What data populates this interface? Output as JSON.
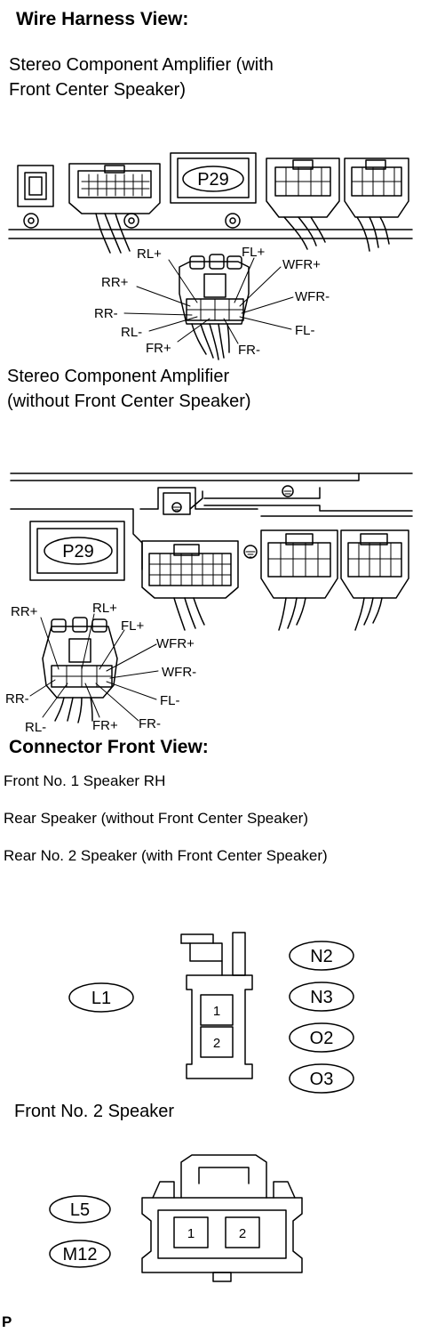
{
  "sections": {
    "harness_title": "Wire Harness View:",
    "amp_with_line1": "Stereo Component Amplifier (with",
    "amp_with_line2": "Front Center Speaker)",
    "amp_without_line1": "Stereo Component Amplifier",
    "amp_without_line2": "(without Front Center Speaker)",
    "front_view_title": "Connector Front View:",
    "front1_label": "Front No. 1 Speaker RH",
    "rear_label": "Rear Speaker (without Front Center Speaker)",
    "rear2_label": "Rear No. 2 Speaker (with Front Center Speaker)",
    "front2_label": "Front No. 2 Speaker",
    "footer_mark": "P"
  },
  "connector_ids": {
    "top_amp": "P29",
    "bottom_amp": "P29",
    "l1": "L1",
    "n2": "N2",
    "n3": "N3",
    "o2": "O2",
    "o3": "O3",
    "l5": "L5",
    "m12": "M12"
  },
  "pins_top": {
    "rl_plus": "RL+",
    "fl_plus": "FL+",
    "wfr_plus": "WFR+",
    "rr_plus": "RR+",
    "wfr_minus": "WFR-",
    "rr_minus": "RR-",
    "fl_minus": "FL-",
    "rl_minus": "RL-",
    "fr_plus": "FR+",
    "fr_minus": "FR-"
  },
  "pins_bottom": {
    "rr_plus": "RR+",
    "rl_plus": "RL+",
    "fl_plus": "FL+",
    "wfr_plus": "WFR+",
    "wfr_minus": "WFR-",
    "rr_minus": "RR-",
    "fl_minus": "FL-",
    "rl_minus": "RL-",
    "fr_plus": "FR+",
    "fr_minus": "FR-"
  },
  "pin_numbers": {
    "c1_pin1": "1",
    "c1_pin2": "2",
    "c2_pin1": "1",
    "c2_pin2": "2"
  }
}
